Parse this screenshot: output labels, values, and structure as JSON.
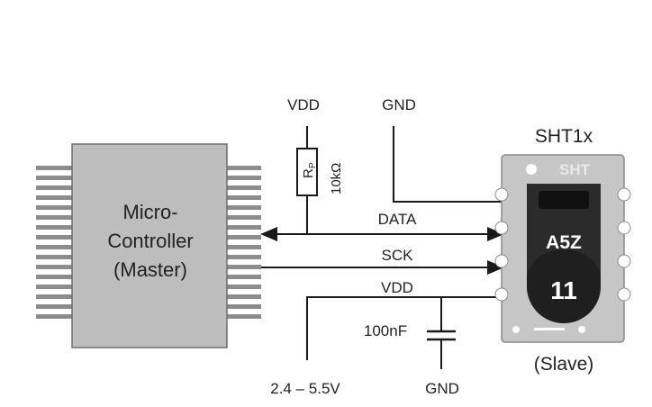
{
  "colors": {
    "wire": "#1a1a1a",
    "mcu_body": "#bdbdbd",
    "mcu_pins": "#8c8c8c",
    "sensor_board": "#c6c6c6",
    "sensor_chip": "#2b2b2b",
    "sensor_label": "#ffffff"
  },
  "mcu": {
    "line1": "Micro-",
    "line2": "Controller",
    "line3": "(Master)"
  },
  "resistor": {
    "label_main": "R",
    "label_sub": "P",
    "value": "10kΩ"
  },
  "supply_labels": {
    "vdd_resistor": "VDD",
    "gnd_top": "GND",
    "vdd_line": "VDD",
    "supply_range": "2.4 – 5.5V",
    "gnd_cap": "GND"
  },
  "signals": {
    "data": "DATA",
    "sck": "SCK"
  },
  "capacitor": {
    "value": "100nF"
  },
  "sensor": {
    "title": "SHT1x",
    "board_text": "SHT",
    "chip_code": "A5Z",
    "chip_number": "11",
    "role": "(Slave)"
  }
}
